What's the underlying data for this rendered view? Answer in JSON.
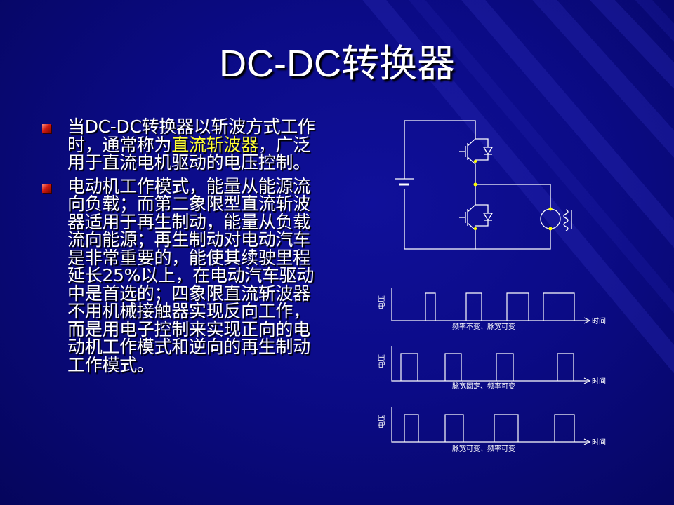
{
  "slide": {
    "title": "DC-DC转换器",
    "bullets": [
      {
        "before": "当DC-DC转换器以斩波方式工作时，通常称为",
        "highlight": "直流斩波器",
        "after": "，广泛用于直流电机驱动的电压控制。"
      },
      {
        "text": "电动机工作模式，能量从能源流向负载；而第二象限型直流斩波器适用于再生制动，能量从负载流向能源；再生制动对电动汽车是非常重要的，能使其续驶里程延长25%以上，在电动汽车驱动中是首选的；四象限直流斩波器不用机械接触器实现反向工作，而是用电子控制来实现正向的电动机工作模式和逆向的再生制动工作模式。"
      }
    ]
  },
  "waveforms": [
    {
      "ylabel": "电压",
      "xlabel": "时间",
      "caption": "频率不变、脉宽可变"
    },
    {
      "ylabel": "电压",
      "xlabel": "时间",
      "caption": "脉宽固定、频率可变"
    },
    {
      "ylabel": "电压",
      "xlabel": "时间",
      "caption": "脉宽可变、频率可变"
    }
  ],
  "colors": {
    "background": "#0b0b86",
    "title": "#ffffff",
    "text": "#ffffff",
    "highlight": "#ffff33",
    "bullet": "#d01a10",
    "diagram_line": "#ffffff",
    "junction": "#ffff00"
  },
  "icons": {
    "bullet": "red-square-bullet-icon",
    "motor": "dc-motor-symbol",
    "battery": "battery-symbol",
    "switch": "igbt-with-diode-symbol"
  }
}
